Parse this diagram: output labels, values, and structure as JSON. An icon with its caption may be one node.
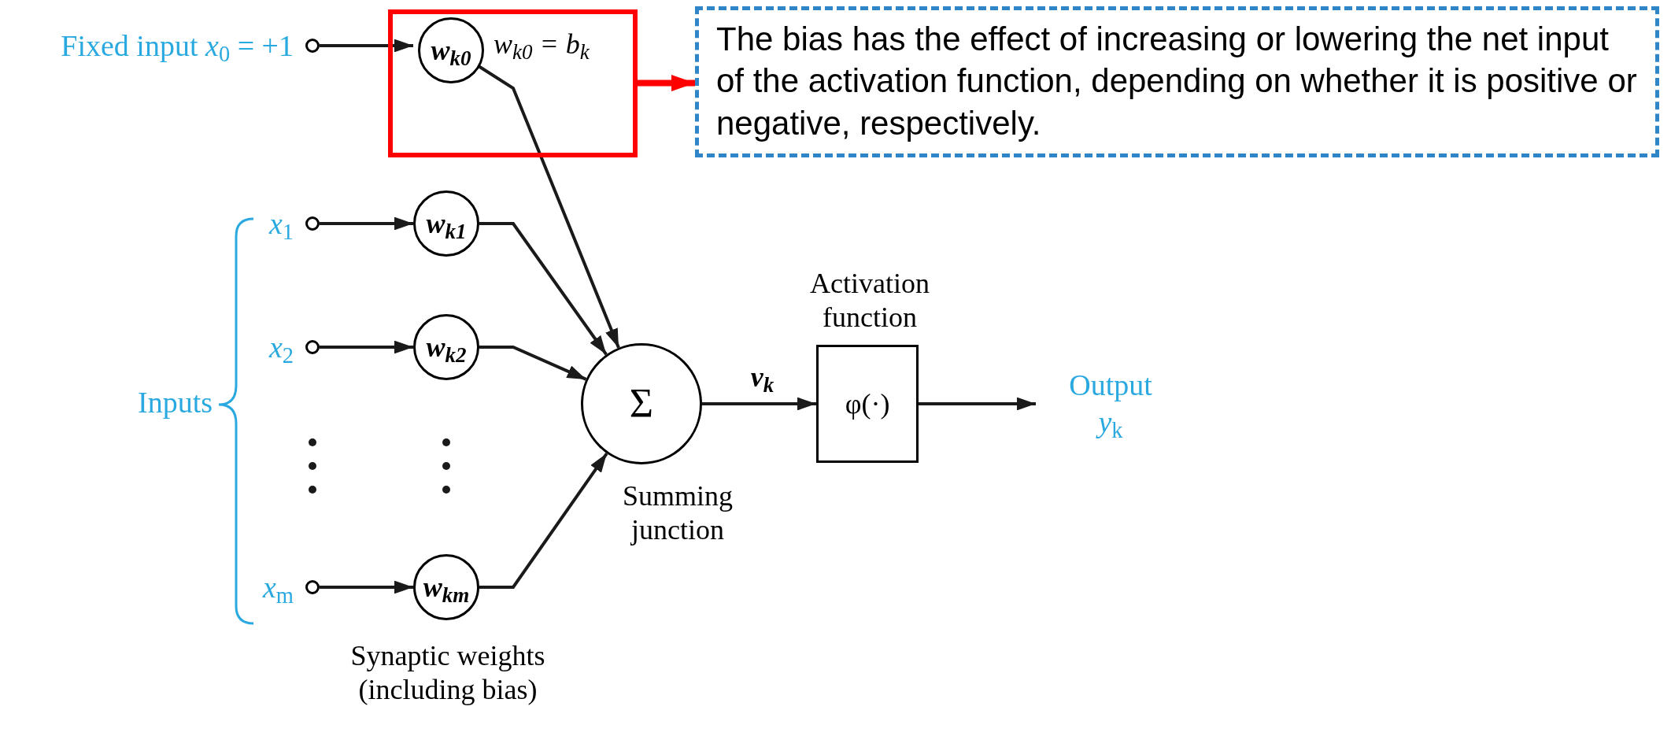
{
  "diagram": {
    "nodes": [
      {
        "text": [
          "*w*$_{k0}$ = *b*$_{k}$"
        ]
      },
      {
        "text": [],
        "shape": "circle",
        "beside": [
          "Fixed input *x*$_{0}$ = +1"
        ]
      },
      {
        "text": [
          "*w*$_{k0}$"
        ],
        "in": 0
      },
      {
        "text": [
          "The bias has the effect of increasing or lowering the net input of the activation function, depending on whether it is positive or negative, respectively."
        ]
      },
      {
        "text": [],
        "shape": "circle",
        "beside": [
          "*x*$_{1}$"
        ]
      },
      {
        "text": [
          "*w*$_{k1}$"
        ]
      },
      {
        "text": [],
        "shape": "circle",
        "beside": [
          "*x*$_{2}$"
        ]
      },
      {
        "text": [
          "*w*$_{k2}$"
        ]
      },
      {
        "text": [],
        "shape": "circle",
        "beside": [
          "*x*$_{m}$"
        ]
      },
      {
        "text": [
          "*w*$_{km}$"
        ]
      },
      {
        "text": [
          "Σ"
        ],
        "beside": [
          "Summing junction"
        ]
      },
      {
        "text": [
          "φ(·)"
        ],
        "beside": [
          "Activation function"
        ]
      },
      {
        "text": [
          "Output",
          "*y*$_{k}$"
        ]
      }
    ],
    "edges": [
      {
        "from": 1,
        "to": 2,
        "arrow": "to"
      },
      {
        "from": 2,
        "to": 10,
        "arrow": "to"
      },
      {
        "from": 0,
        "to": 3,
        "arrow": "to",
        "style": "thick",
        "color": "#ff0000"
      },
      {
        "from": 4,
        "to": 5,
        "arrow": "to"
      },
      {
        "from": 5,
        "to": 10,
        "arrow": "to"
      },
      {
        "from": 6,
        "to": 7,
        "arrow": "to"
      },
      {
        "from": 7,
        "to": 10,
        "arrow": "to"
      },
      {
        "from": 8,
        "to": 9,
        "arrow": "to"
      },
      {
        "from": 9,
        "to": 10,
        "arrow": "to"
      },
      {
        "from": 10,
        "to": 11,
        "arrow": "to",
        "label": "*v*$_{k}$"
      },
      {
        "from": 11,
        "to": 12,
        "arrow": "to"
      }
    ],
    "labels": [
      "Inputs",
      "Synaptic weights (including bias)"
    ]
  }
}
